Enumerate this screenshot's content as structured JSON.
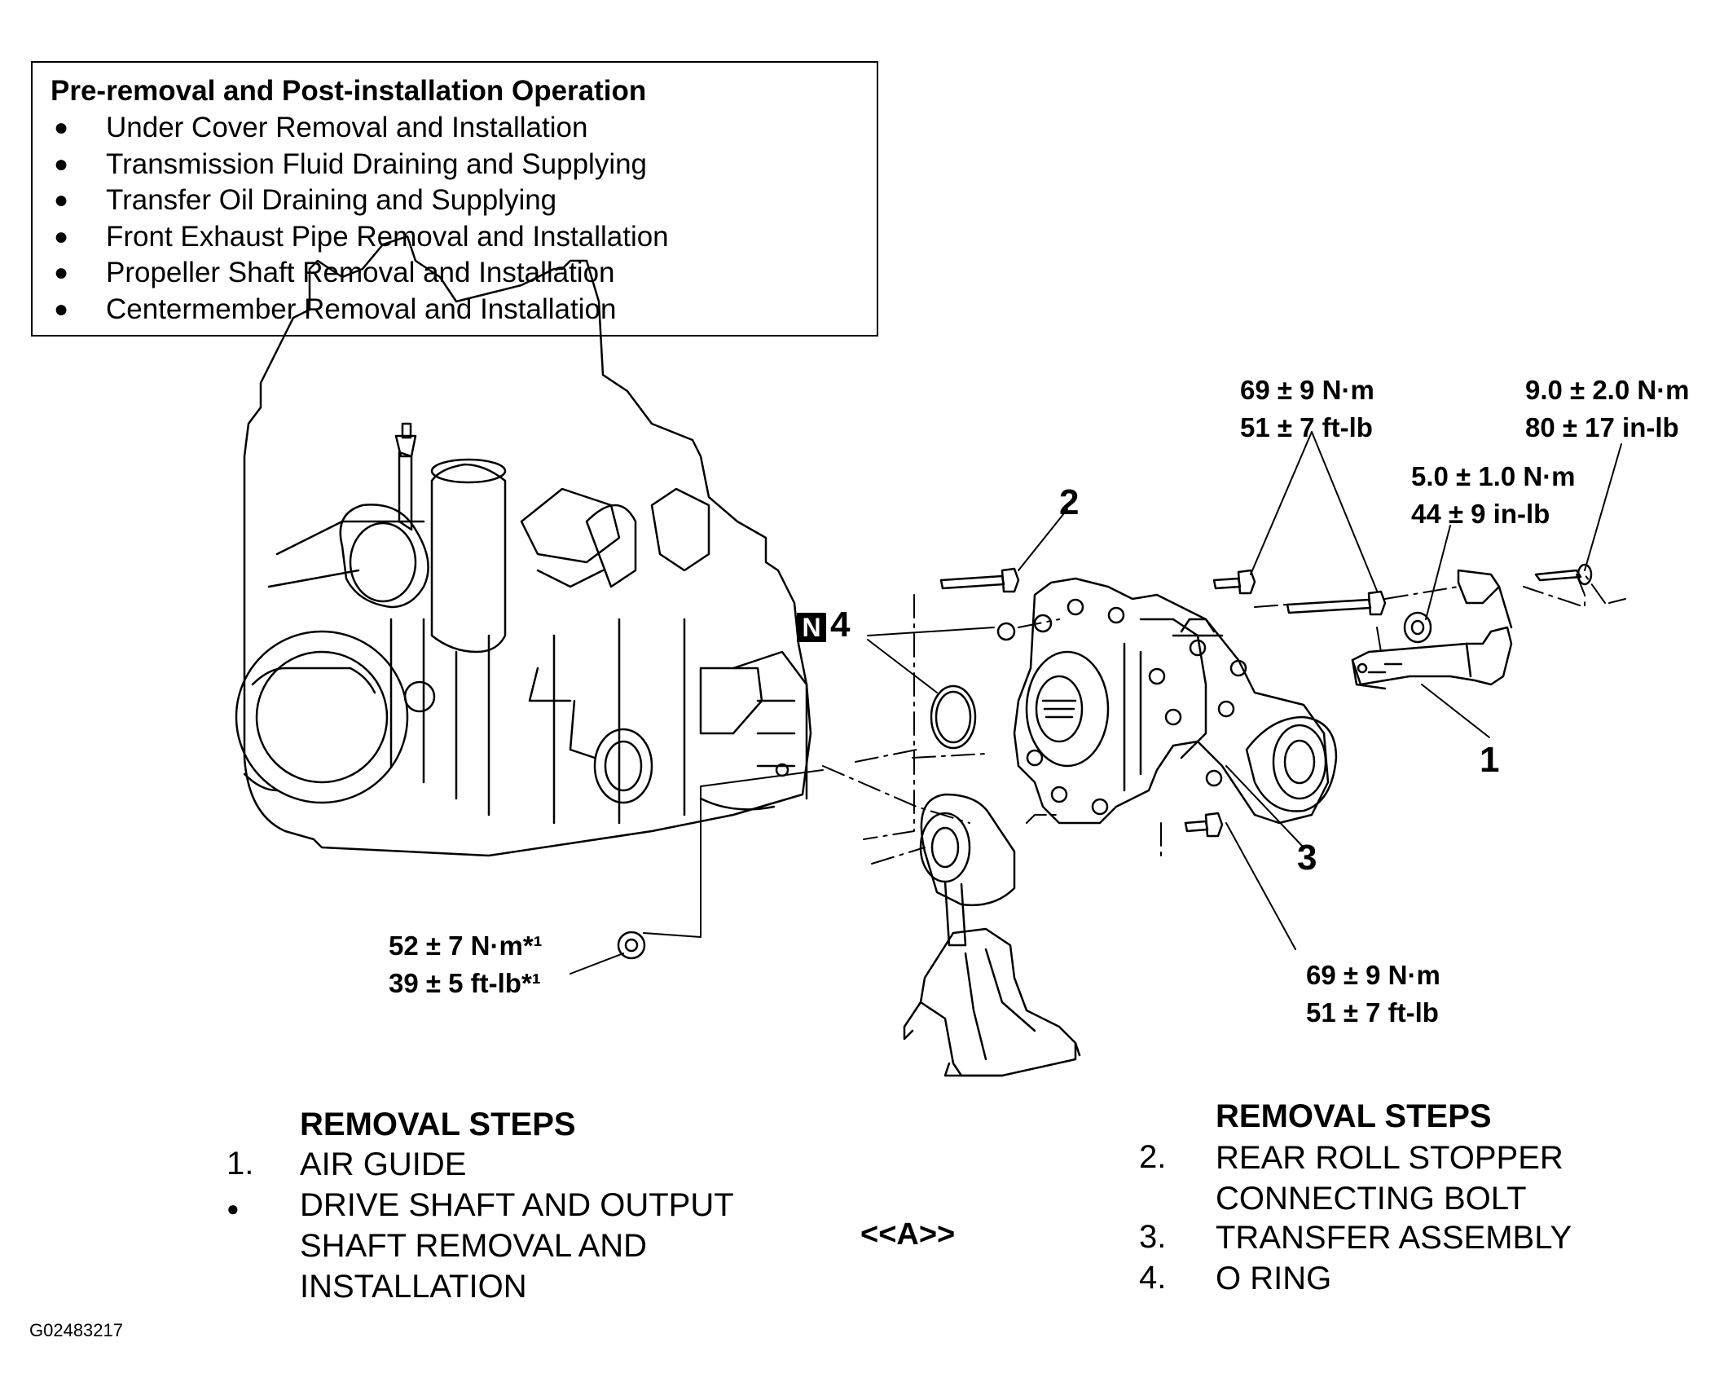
{
  "pre_box": {
    "title": "Pre-removal and Post-installation Operation",
    "items": [
      "Under Cover Removal and Installation",
      "Transmission Fluid Draining and Supplying",
      "Transfer Oil Draining and Supplying",
      "Front Exhaust Pipe Removal and Installation",
      "Propeller Shaft Removal and Installation",
      "Centermember Removal and Installation"
    ]
  },
  "torques": {
    "top_center": [
      "69 ± 9 N·m",
      "51 ± 7 ft-lb"
    ],
    "top_right": [
      "9.0 ± 2.0 N·m",
      "80 ± 17 in-lb"
    ],
    "mid_right": [
      "5.0 ± 1.0 N·m",
      "44 ± 9 in-lb"
    ],
    "bottom_left": [
      "52 ± 7 N·m*¹",
      "39 ± 5 ft-lb*¹"
    ],
    "bottom_right": [
      "69 ± 9 N·m",
      "51 ± 7 ft-lb"
    ]
  },
  "callouts": {
    "c1": "1",
    "c2": "2",
    "c3": "3",
    "c4": "4",
    "n_badge": "N"
  },
  "steps_left": {
    "title": "REMOVAL STEPS",
    "items": [
      {
        "marker": "1.",
        "lines": [
          "AIR GUIDE"
        ]
      },
      {
        "marker": "●",
        "lines": [
          "DRIVE SHAFT AND OUTPUT",
          "SHAFT REMOVAL AND",
          "INSTALLATION"
        ]
      }
    ]
  },
  "center_marker": "<<A>>",
  "steps_right": {
    "title": "REMOVAL STEPS",
    "items": [
      {
        "marker": "2.",
        "lines": [
          "REAR ROLL STOPPER",
          "CONNECTING BOLT"
        ]
      },
      {
        "marker": "3.",
        "lines": [
          "TRANSFER ASSEMBLY"
        ]
      },
      {
        "marker": "4.",
        "lines": [
          "O RING"
        ]
      }
    ]
  },
  "figure_code": "G02483217"
}
